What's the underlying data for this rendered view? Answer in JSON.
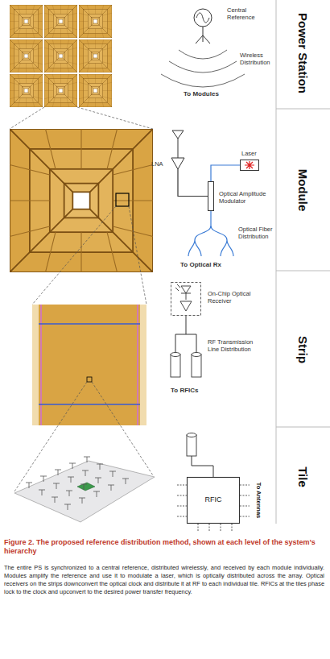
{
  "diagram": {
    "caption": "Figure 2. The proposed reference distribution method, shown at each level of the system’s hierarchy",
    "nodes": [
      {
        "text": [
          "LNA"
        ]
      },
      {
        "text": [
          "Laser"
        ]
      },
      {
        "text": [
          "Optical Amplitude Modulator"
        ]
      },
      {
        "text": [
          "On-Chip Optical Receiver"
        ]
      },
      {
        "text": [
          "RFIC"
        ]
      }
    ],
    "edges": [
      {
        "from": 0,
        "to": 2,
        "arrow": "none"
      },
      {
        "from": 1,
        "to": 2,
        "arrow": "none"
      }
    ],
    "labels": [
      "Power Station",
      "Module",
      "Strip",
      "Tile",
      "Central Reference",
      "Wireless Distribution",
      "To Modules",
      "Optical Fiber Distribution",
      "To Optical Rx",
      "RF Transmission Line Distribution",
      "To RFICs",
      "To Antennas",
      "The entire PS is synchronized to a central reference, distributed wirelessly, and received by each module individually. Modules amplify the reference and use it to modulate a laser, which is optically distributed across the array. Optical receivers on the strips downconvert the optical clock and distribute it at RF to each individual tile. RFICs at the tiles phase lock to the clock and upconvert to the desired power transfer frequency."
    ]
  }
}
